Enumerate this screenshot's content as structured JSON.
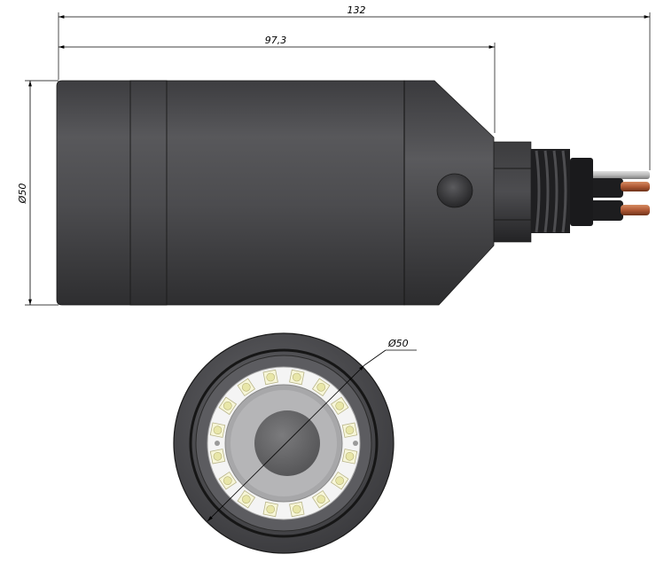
{
  "dimensions": {
    "overall_length": "132",
    "body_length": "97,3",
    "side_diameter": "Ø50",
    "front_diameter": "Ø50"
  },
  "colors": {
    "body": "#4a4a4d",
    "body_dark": "#2f2f31",
    "cap": "#58585b",
    "led": "#e8e6a8",
    "led_ring": "#f2f2f2",
    "wire_copper": "#b05a36",
    "wire_gray": "#b9b9b9",
    "lens": "#6c6c6e"
  },
  "views": {
    "side_view": "side-view",
    "front_view": "front-view"
  },
  "front_view": {
    "led_count": 16
  }
}
